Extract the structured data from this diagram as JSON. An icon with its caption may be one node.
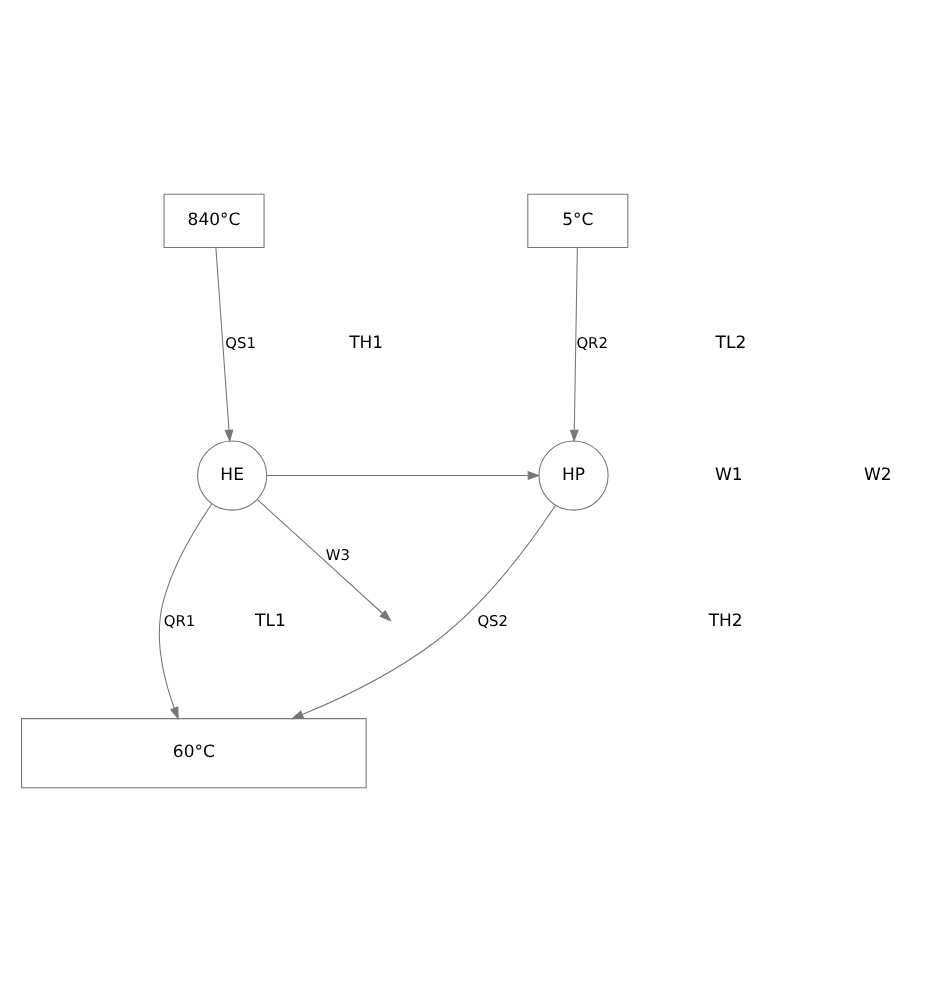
{
  "diagram": {
    "nodes": [
      {
        "text": [
          "840°C"
        ]
      },
      {
        "text": [
          "5°C"
        ]
      },
      {
        "text": [
          "HE"
        ]
      },
      {
        "text": [
          "HP"
        ]
      },
      {
        "text": [
          "60°C"
        ]
      }
    ],
    "edges": [
      {
        "from": 0,
        "to": 2,
        "arrow": "to",
        "label": "QS1"
      },
      {
        "from": 1,
        "to": 3,
        "arrow": "to",
        "label": "QR2"
      },
      {
        "from": 2,
        "to": 3,
        "arrow": "to"
      },
      {
        "from": 2,
        "to": null,
        "arrow": "to",
        "label": "W3"
      },
      {
        "from": 2,
        "to": 4,
        "arrow": "to",
        "label": "QR1"
      },
      {
        "from": 3,
        "to": 4,
        "arrow": "to",
        "label": "QS2"
      }
    ],
    "labels": [
      "TH1",
      "TL2",
      "W1",
      "W2",
      "TH2",
      "TL1"
    ]
  }
}
